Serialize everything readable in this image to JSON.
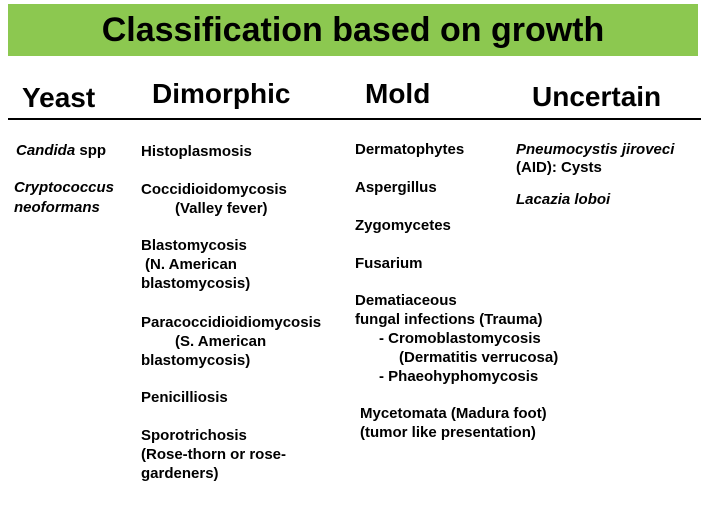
{
  "title": "Classification based on growth",
  "colors": {
    "title_bar": "#8cc850",
    "text": "#000000",
    "background": "#ffffff"
  },
  "headers": {
    "yeast": "Yeast",
    "dimorphic": "Dimorphic",
    "mold": "Mold",
    "uncertain": "Uncertain"
  },
  "yeast": {
    "candida_genus": "Candida",
    "candida_spp": " spp",
    "crypto_line1": "Cryptococcus",
    "crypto_line2": "neoformans"
  },
  "dimorphic": {
    "histo": "Histoplasmosis",
    "cocci": "Coccidioidomycosis",
    "cocci_sub": "(Valley fever)",
    "blasto": "Blastomycosis",
    "blasto_sub1": "(N.  American",
    "blasto_sub2": "blastomycosis)",
    "paracocci": "Paracoccidioidiomycosis",
    "paracocci_sub1": "(S. American",
    "paracocci_sub2": "blastomycosis)",
    "penicil": "Penicilliosis",
    "sporo": "Sporotrichosis",
    "sporo_sub1": "(Rose-thorn or rose-",
    "sporo_sub2": "gardeners)"
  },
  "mold": {
    "dermato": "Dermatophytes",
    "asperg": "Aspergillus",
    "zygo": "Zygomycetes",
    "fusarium": "Fusarium",
    "dematiaceous": "Dematiaceous",
    "dematiaceous2": "fungal infections (Trauma)",
    "cromo": "-  Cromoblastomycosis",
    "cromo_sub": "(Dermatitis verrucosa)",
    "phaeo": "-  Phaeohyphomycosis",
    "myceto1": "Mycetomata (Madura foot)",
    "myceto2": "(tumor like presentation)"
  },
  "uncertain": {
    "pneumo": "Pneumocystis jiroveci",
    "pneumo_sub": "(AID): Cysts",
    "lacazia": "Lacazia loboi"
  }
}
